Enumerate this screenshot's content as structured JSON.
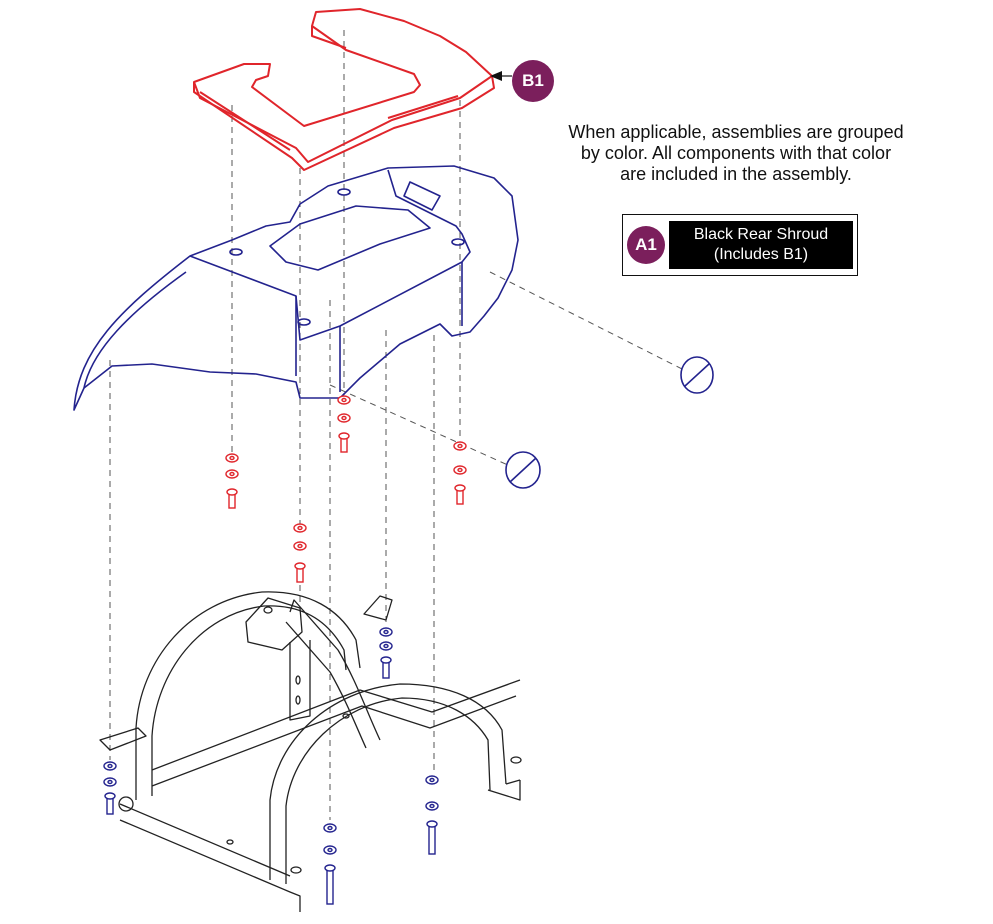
{
  "note": {
    "line1": "When applicable, assemblies are grouped",
    "line2": "by color. All components with that color",
    "line3": "are included in the assembly."
  },
  "legend": {
    "id": "A1",
    "line1": "Black Rear Shroud",
    "line2": "(Includes B1)"
  },
  "callout": {
    "id": "B1"
  },
  "colors": {
    "badge": "#7b1f5c",
    "shroud": "#23238e",
    "cover": "#e0252b",
    "frame": "#222222",
    "hardware_red": "#e0252b",
    "hardware_blue": "#23238e"
  }
}
